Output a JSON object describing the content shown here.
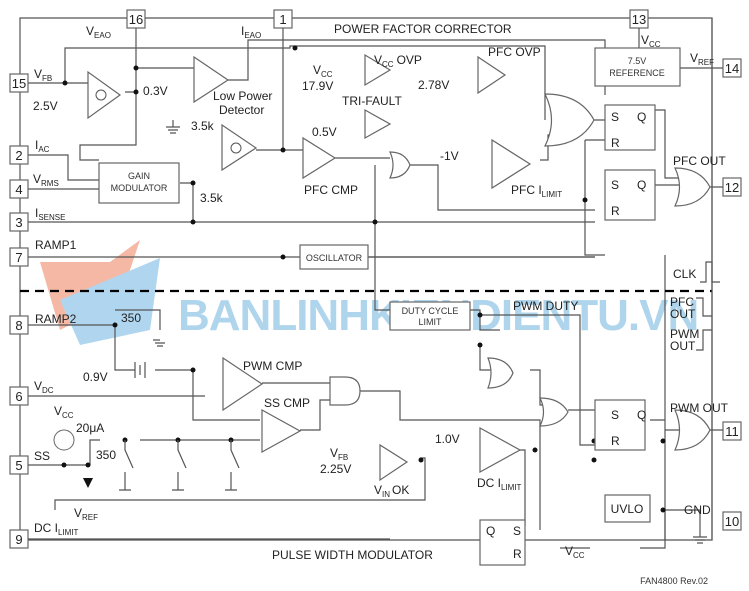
{
  "diagram": {
    "title_top": "POWER FACTOR CORRECTOR",
    "title_bottom": "PULSE WIDTH MODULATOR",
    "revision": "FAN4800 Rev.02",
    "watermark": "BANLINHKIENDIENTU.VN",
    "pins": [
      {
        "num": "16",
        "label": "V",
        "sub": "EAO"
      },
      {
        "num": "1",
        "label": "I",
        "sub": "EAO"
      },
      {
        "num": "13",
        "label": "V",
        "sub": "CC"
      },
      {
        "num": "15",
        "label": "V",
        "sub": "FB"
      },
      {
        "num": "14",
        "label": "V",
        "sub": "REF"
      },
      {
        "num": "2",
        "label": "I",
        "sub": "AC"
      },
      {
        "num": "4",
        "label": "V",
        "sub": "RMS"
      },
      {
        "num": "3",
        "label": "I",
        "sub": "SENSE"
      },
      {
        "num": "7",
        "label": "RAMP1",
        "sub": ""
      },
      {
        "num": "12",
        "label": "PFC OUT",
        "sub": ""
      },
      {
        "num": "8",
        "label": "RAMP2",
        "sub": ""
      },
      {
        "num": "6",
        "label": "V",
        "sub": "DC"
      },
      {
        "num": "5",
        "label": "SS",
        "sub": ""
      },
      {
        "num": "11",
        "label": "PWM OUT",
        "sub": ""
      },
      {
        "num": "10",
        "label": "GND",
        "sub": ""
      },
      {
        "num": "9",
        "label": "DC I",
        "sub": "LIMIT"
      }
    ],
    "blocks": {
      "reference_line1": "7.5V",
      "reference_line2": "REFERENCE",
      "gain_line1": "GAIN",
      "gain_line2": "MODULATOR",
      "oscillator": "OSCILLATOR",
      "duty_line1": "DUTY CYCLE",
      "duty_line2": "LIMIT",
      "uvlo": "UVLO"
    },
    "labels": {
      "low_power_1": "Low Power",
      "low_power_2": "Detector",
      "vcc_ovp": "OVP",
      "pfc_ovp": "PFC OVP",
      "tri_fault": "TRI-FAULT",
      "pfc_cmp": "PFC CMP",
      "pfc_ilimit": "PFC I",
      "pfc_ilimit_sub": "LIMIT",
      "pwm_cmp": "PWM CMP",
      "ss_cmp": "SS CMP",
      "vin_ok": "OK",
      "vin_sub": "IN",
      "dc_ilimit": "DC I",
      "dc_ilimit_sub": "LIMIT",
      "pwm_duty": "PWM DUTY",
      "clk": "CLK",
      "pfc_out_wave_1": "PFC",
      "pfc_out_wave_2": "OUT",
      "pwm_out_wave_1": "PWM",
      "pwm_out_wave_2": "OUT",
      "v": "V",
      "cc": "CC",
      "fb": "FB",
      "ref": "REF"
    },
    "values": {
      "v_2_5": "2.5V",
      "v_0_3": "0.3V",
      "r_3_5k_a": "3.5k",
      "r_3_5k_b": "3.5k",
      "v_17_9": "17.9V",
      "v_2_78": "2.78V",
      "v_0_5": "0.5V",
      "v_neg1": "-1V",
      "r_350_a": "350",
      "v_0_9": "0.9V",
      "i_20ua": "20μA",
      "r_350_b": "350",
      "v_2_25": "2.25V",
      "v_1_0": "1.0V"
    },
    "flipflop": {
      "s": "S",
      "q": "Q",
      "r": "R"
    }
  }
}
